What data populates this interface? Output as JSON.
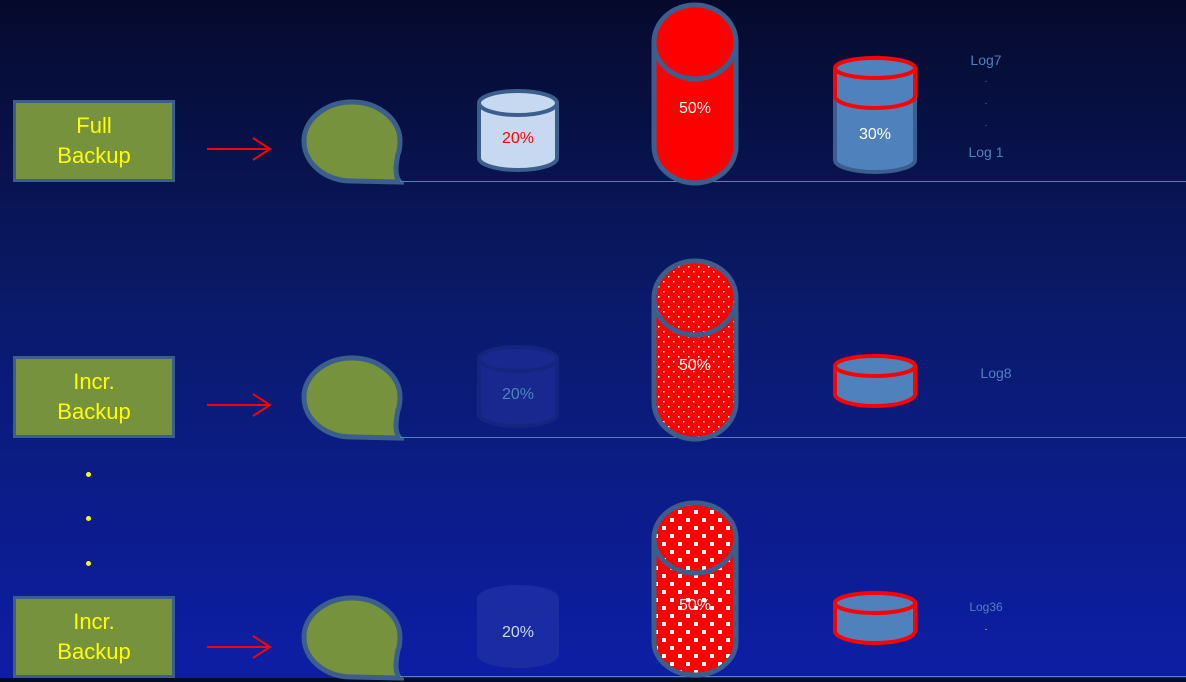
{
  "rows": [
    {
      "box_line1": "Full",
      "box_line2": "Backup",
      "small_pct": "20%",
      "big_pct": "50%",
      "right_pct": "30%",
      "log_top": "Log7",
      "log_dots": [
        "·",
        "·",
        "·"
      ],
      "log_bottom": "Log 1"
    },
    {
      "box_line1": "Incr.",
      "box_line2": "Backup",
      "small_pct": "20%",
      "big_pct": "50%",
      "log_top": "Log8"
    },
    {
      "box_line1": "Incr.",
      "box_line2": "Backup",
      "small_pct": "20%",
      "big_pct": "50%",
      "log_top": "Log36",
      "log_dots": [
        "·"
      ]
    }
  ],
  "colors": {
    "box_fill": "#76923c",
    "box_text": "#ffff00",
    "outline": "#3b5e8c",
    "red": "#ff0000",
    "cyl_blue": "#4f81bd",
    "cyl_light": "#c6d9f1",
    "line": "#4f81bd"
  }
}
